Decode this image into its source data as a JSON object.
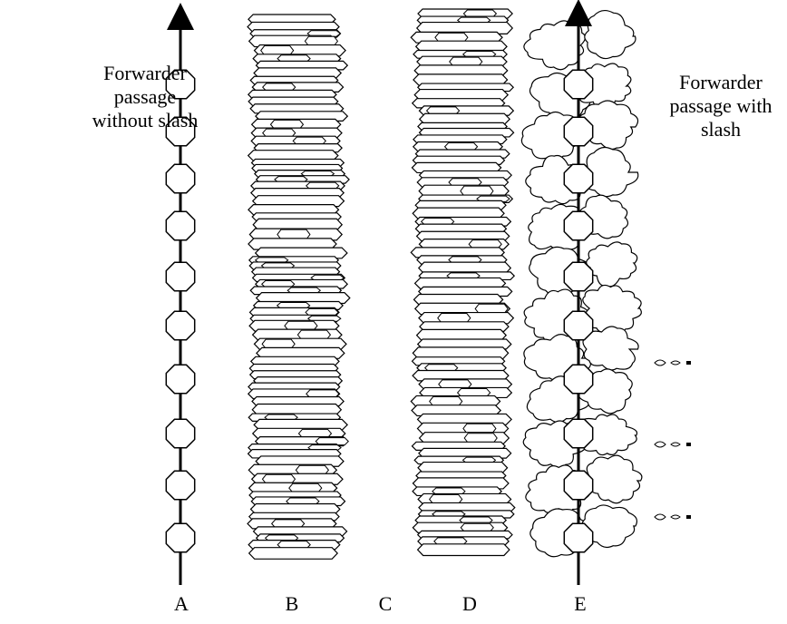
{
  "annotations": {
    "left": [
      "Forwarder",
      "passage",
      "without slash"
    ],
    "right": [
      "Forwarder",
      "passage with",
      "slash"
    ]
  },
  "columns": [
    "A",
    "B",
    "C",
    "D",
    "E"
  ],
  "diagram_parts": {
    "A": {
      "content": "track line with wheel passages",
      "wheel_count": 10
    },
    "B": {
      "content": "stacked logs without slash"
    },
    "D": {
      "content": "stacked logs"
    },
    "E": {
      "content": "track line with wheel passages over slash piles",
      "wheel_count": 10
    }
  }
}
